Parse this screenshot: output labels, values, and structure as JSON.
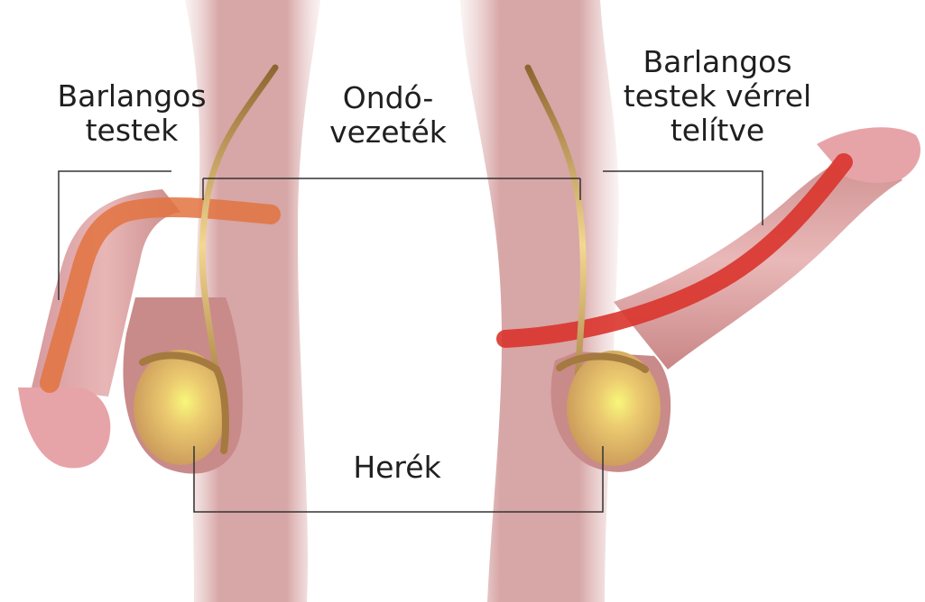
{
  "labels": {
    "cavernous_left": {
      "line1": "Barlangos",
      "line2": "testek"
    },
    "vas_deferens": {
      "line1": "Ondó-",
      "line2": "vezeték"
    },
    "cavernous_right": {
      "line1": "Barlangos",
      "line2": "testek vérrel",
      "line3": "telítve"
    },
    "testes": {
      "line1": "Herék"
    }
  },
  "colors": {
    "skin": "#d49c9c",
    "skin_shadow": "#b87878",
    "glans": "#e7a4a8",
    "corpus_flaccid": "#e2733f",
    "corpus_erect": "#d9342c",
    "vas": "#a57a3e",
    "testis": "#e6c068",
    "testis_highlight": "#f6f27a",
    "leader_line": "#333333"
  }
}
